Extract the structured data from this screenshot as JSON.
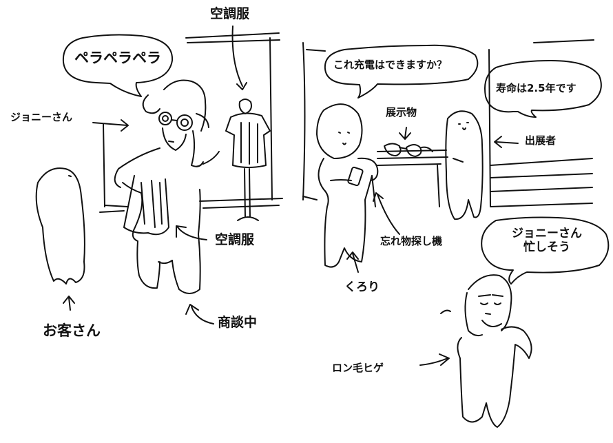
{
  "labels": {
    "pera": "ペラペラペラ",
    "kuchofuku_top": "空調服",
    "johnny": "ジョニーさん",
    "kuchofuku_mid": "空調服",
    "shodanchu": "商談中",
    "okyakusan": "お客さん",
    "juden": "これ充電はできますか？",
    "jumyo": "寿命は2.5年です",
    "tenjibutsu": "展示物",
    "shutten": "出展者",
    "wasuremono": "忘れ物探し機",
    "kurori": "くろり",
    "isogashi_line1": "ジョニーさん",
    "isogashi_line2": "忙しそう",
    "ronge": "ロン毛ヒゲ"
  },
  "colors": {
    "ink": "#111111",
    "paper": "#ffffff"
  }
}
